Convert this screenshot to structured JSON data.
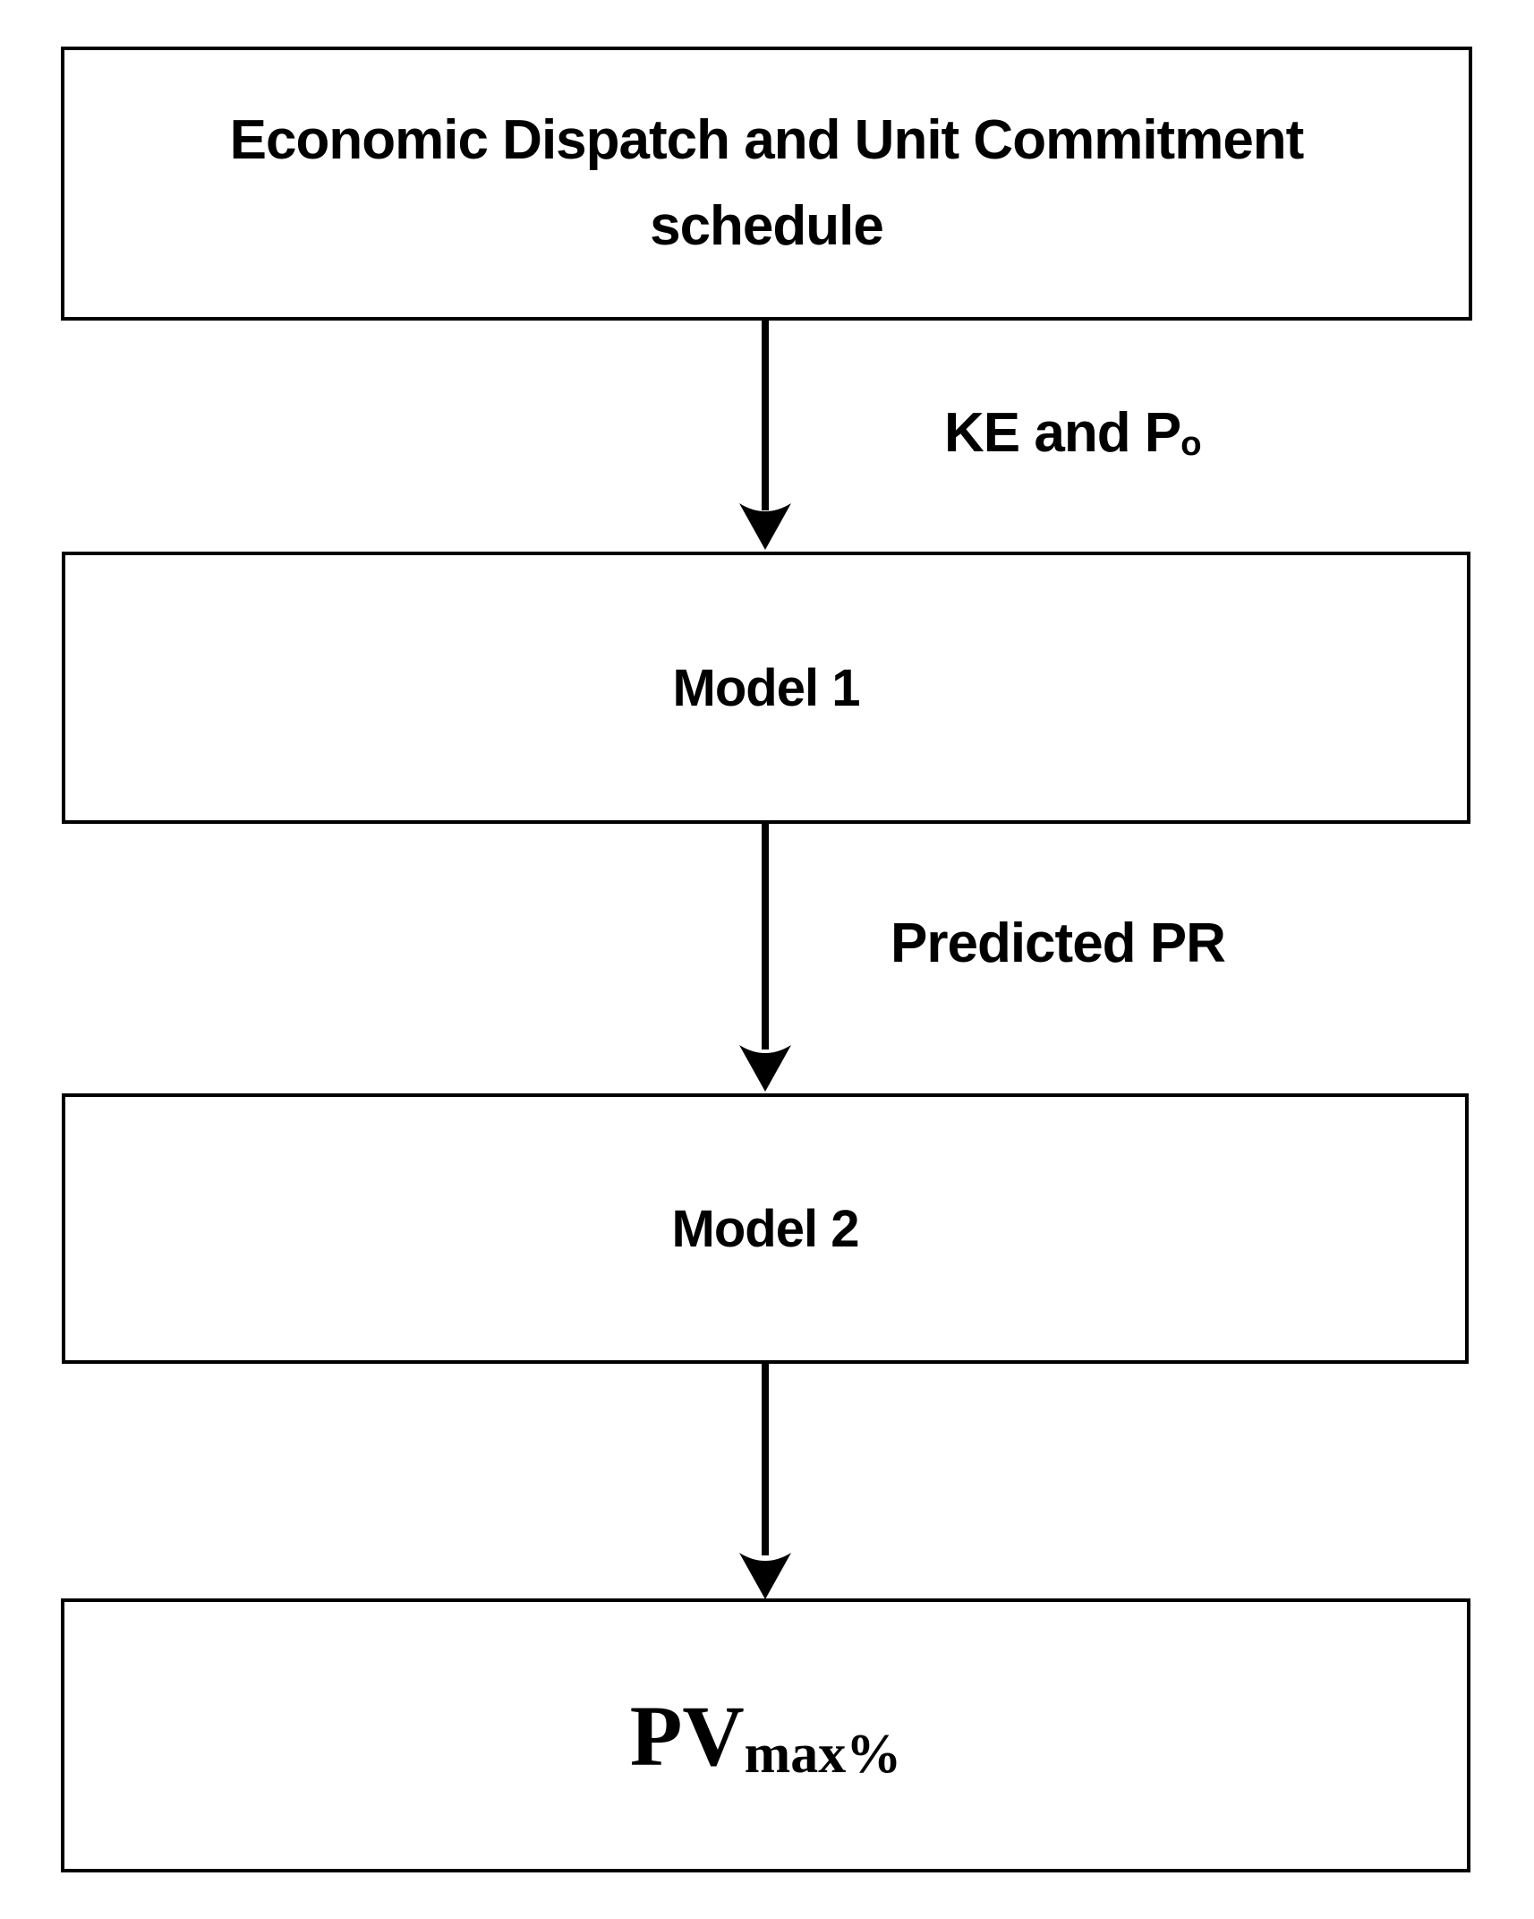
{
  "diagram": {
    "type": "flowchart",
    "background_color": "#ffffff",
    "line_color": "#000000",
    "text_color": "#000000",
    "nodes": [
      {
        "id": "economic-dispatch-schedule",
        "label": "Economic Dispatch and Unit Commitment schedule",
        "label_lines": [
          "Economic Dispatch and Unit Commitment",
          "schedule"
        ]
      },
      {
        "id": "model-1",
        "label": "Model 1"
      },
      {
        "id": "model-2",
        "label": "Model 2"
      },
      {
        "id": "pv-max",
        "label_main": "PV",
        "label_sub": "max%"
      }
    ],
    "edges": [
      {
        "from": "economic-dispatch-schedule",
        "to": "model-1",
        "label_main": "KE and P",
        "label_sub": "o"
      },
      {
        "from": "model-1",
        "to": "model-2",
        "label": "Predicted PR"
      },
      {
        "from": "model-2",
        "to": "pv-max"
      }
    ]
  }
}
